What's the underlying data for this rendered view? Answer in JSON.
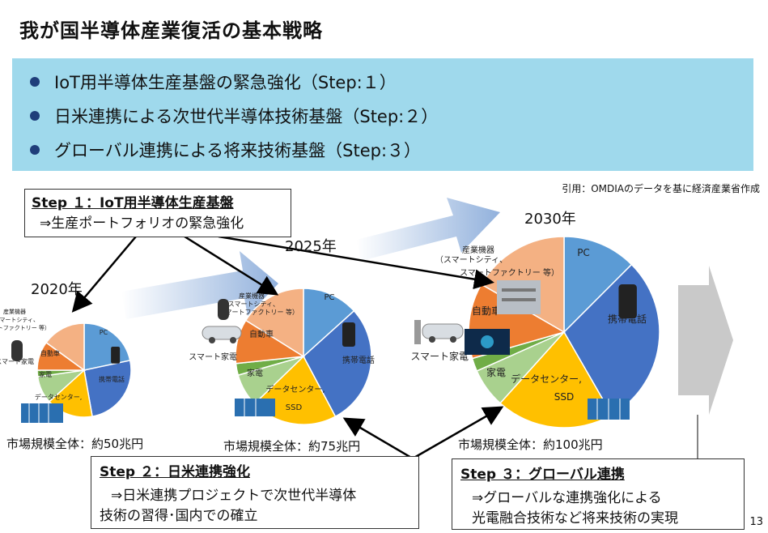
{
  "title": "我が国半導体産業復活の基本戦略",
  "goals": [
    "IoT用半導体生産基盤の緊急強化（Step:１）",
    "日米連携による次世代半導体技術基盤（Step:２）",
    "グローバル連携による将来技術基盤（Step:３）"
  ],
  "source_note": "引用：OMDIAのデータを基に経済産業省作成",
  "steps": [
    {
      "title": "Step １：IoT用半導体生産基盤",
      "lines": [
        "⇒生産ポートフォリオの緊急強化"
      ]
    },
    {
      "title": "Step ２：日米連携強化",
      "lines": [
        "⇒日米連携プロジェクトで次世代半導体",
        "技術の習得･国内での確立"
      ]
    },
    {
      "title": "Step ３：グローバル連携",
      "lines": [
        "⇒グローバルな連携強化による",
        "光電融合技術など将来技術の実現"
      ]
    }
  ],
  "charts": [
    {
      "year": "2020年",
      "market": "市場規模全体：約50兆円",
      "labels": {
        "pc": "PC",
        "mobile": "携帯電話",
        "dc": "データセンター,",
        "home": "家電",
        "smart_home": "スマート家電",
        "auto": "自動車",
        "industry": [
          "産業機器",
          "（スマートシティ、",
          "スマートファクトリー 等）"
        ]
      }
    },
    {
      "year": "2025年",
      "market": "市場規模全体：約75兆円",
      "labels": {
        "pc": "PC",
        "mobile": "携帯電話",
        "dc": "データセンター,",
        "ssd": "SSD",
        "home": "家電",
        "smart_home": "スマート家電",
        "auto": "自動車",
        "industry": [
          "産業機器",
          "（スマートシティ、",
          "スマートファクトリー 等）"
        ]
      }
    },
    {
      "year": "2030年",
      "market": "市場規模全体：約100兆円",
      "labels": {
        "pc": "PC",
        "mobile": "携帯電話",
        "dc": "データセンター,",
        "ssd": "SSD",
        "home": "家電",
        "smart_home": "スマート家電",
        "auto": "自動車",
        "industry": [
          "産業機器",
          "（スマートシティ、",
          "スマートファクトリー 等）"
        ]
      }
    }
  ],
  "colors": {
    "pc": "#5b9bd5",
    "mobile": "#4472c4",
    "dc": "#ffc000",
    "home": "#a9d18e",
    "smart_home": "#70ad47",
    "auto": "#ed7d31",
    "industry": "#f4b183",
    "goal_bg": "#9fd9ec",
    "bullet": "#1f3e7a"
  },
  "page_number": "13"
}
